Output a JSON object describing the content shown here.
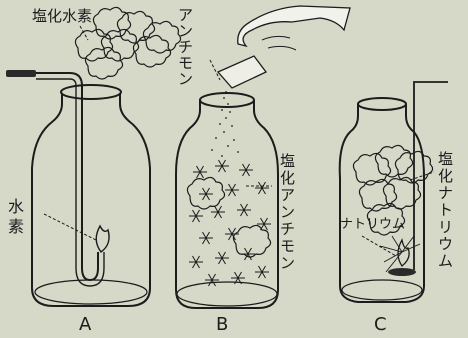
{
  "panels": [
    {
      "caption": "A",
      "labels": {
        "gas": "塩化水素",
        "flame": "水素"
      }
    },
    {
      "caption": "B",
      "labels": {
        "powder": "アンチモン",
        "product": "塩化アンチモン"
      }
    },
    {
      "caption": "C",
      "labels": {
        "product": "塩化ナトリウム",
        "metal": "ナトリウム"
      }
    }
  ],
  "colors": {
    "background": "#d6d8c8",
    "ink": "#1c1c1c"
  }
}
